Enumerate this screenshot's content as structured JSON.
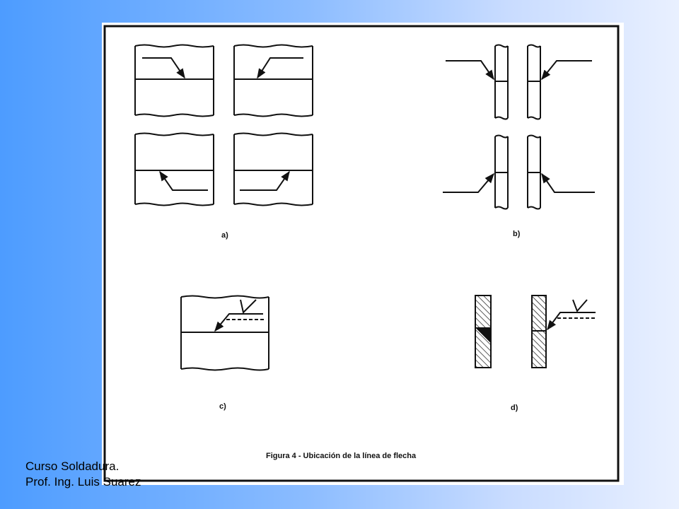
{
  "figure": {
    "caption": "Figura 4 - Ubicación de la línea de flecha",
    "panels": [
      {
        "id": "a",
        "label": "a)"
      },
      {
        "id": "b",
        "label": "b)"
      },
      {
        "id": "c",
        "label": "c)"
      },
      {
        "id": "d",
        "label": "d)"
      }
    ]
  },
  "footer": {
    "line1": "Curso Soldadura.",
    "line2": "Prof. Ing. Luis Suarez"
  }
}
